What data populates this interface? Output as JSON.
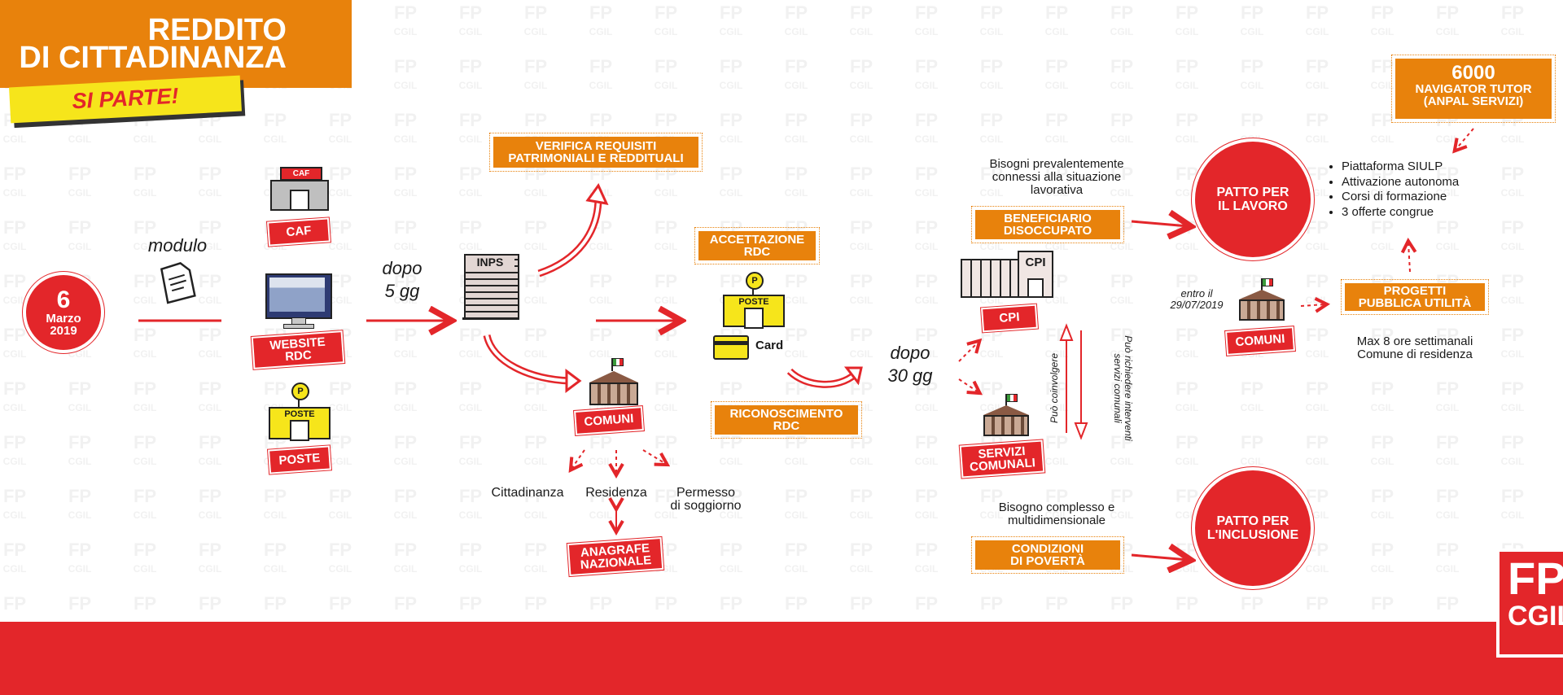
{
  "header": {
    "title_line1": "REDDITO",
    "title_line2": "DI CITTADINANZA",
    "subtitle": "SI PARTE!"
  },
  "start_date": {
    "day": "6",
    "month": "Marzo",
    "year": "2019"
  },
  "labels": {
    "modulo": "modulo",
    "dopo5_line1": "dopo",
    "dopo5_line2": "5 gg",
    "dopo30_line1": "dopo",
    "dopo30_line2": "30 gg",
    "entro_line1": "entro il",
    "entro_line2": "29/07/2019",
    "card": "Card",
    "puo_coinvolgere": "Può coinvolgere",
    "puo_richiedere_line1": "Può richiedere interventi",
    "puo_richiedere_line2": "servizi comunali"
  },
  "icons": {
    "caf_sign": "CAF",
    "poste_sign": "POSTE",
    "poste_p": "P",
    "inps_sign": "INPS",
    "cpi_sign": "CPI"
  },
  "channels": {
    "caf": "CAF",
    "website_line1": "WEBSITE",
    "website_line2": "RDC",
    "poste": "POSTE"
  },
  "boxes": {
    "verifica_line1": "VERIFICA REQUISITI",
    "verifica_line2": "PATRIMONIALI E REDDITUALI",
    "accettazione_line1": "ACCETTAZIONE",
    "accettazione_line2": "RDC",
    "riconoscimento_line1": "RICONOSCIMENTO",
    "riconoscimento_line2": "RDC",
    "beneficiario_line1": "BENEFICIARIO",
    "beneficiario_line2": "DISOCCUPATO",
    "condizioni_line1": "CONDIZIONI",
    "condizioni_line2": "DI POVERTÀ",
    "progetti_line1": "PROGETTI",
    "progetti_line2": "PUBBLICA UTILITÀ",
    "navigator_number": "6000",
    "navigator_line1": "NAVIGATOR TUTOR",
    "navigator_line2": "(ANPAL SERVIZI)"
  },
  "tags": {
    "comuni": "COMUNI",
    "anagrafe_line1": "ANAGRAFE",
    "anagrafe_line2": "NAZIONALE",
    "cpi": "CPI",
    "servizi_line1": "SERVIZI",
    "servizi_line2": "COMUNALI",
    "comuni_right": "COMUNI"
  },
  "checks": [
    "Cittadinanza",
    "Residenza",
    "Permesso",
    "di soggiorno"
  ],
  "needs": {
    "lavoro_line1": "Bisogni prevalentemente",
    "lavoro_line2": "connessi alla situazione",
    "lavoro_line3": "lavorativa",
    "inclusione_line1": "Bisogno complesso e",
    "inclusione_line2": "multidimensionale"
  },
  "patti": {
    "lavoro_line1": "PATTO PER",
    "lavoro_line2": "IL LAVORO",
    "inclusione_line1": "PATTO PER",
    "inclusione_line2": "L'INCLUSIONE"
  },
  "bullets": [
    "Piattaforma SIULP",
    "Attivazione autonoma",
    "Corsi di formazione",
    "3 offerte congrue"
  ],
  "progetti_note": {
    "line1": "Max 8 ore settimanali",
    "line2": "Comune di residenza"
  },
  "logo": {
    "line1": "FP",
    "line2": "CGIL"
  },
  "colors": {
    "red": "#e3262a",
    "orange": "#e8820c",
    "yellow": "#f6e51b"
  }
}
